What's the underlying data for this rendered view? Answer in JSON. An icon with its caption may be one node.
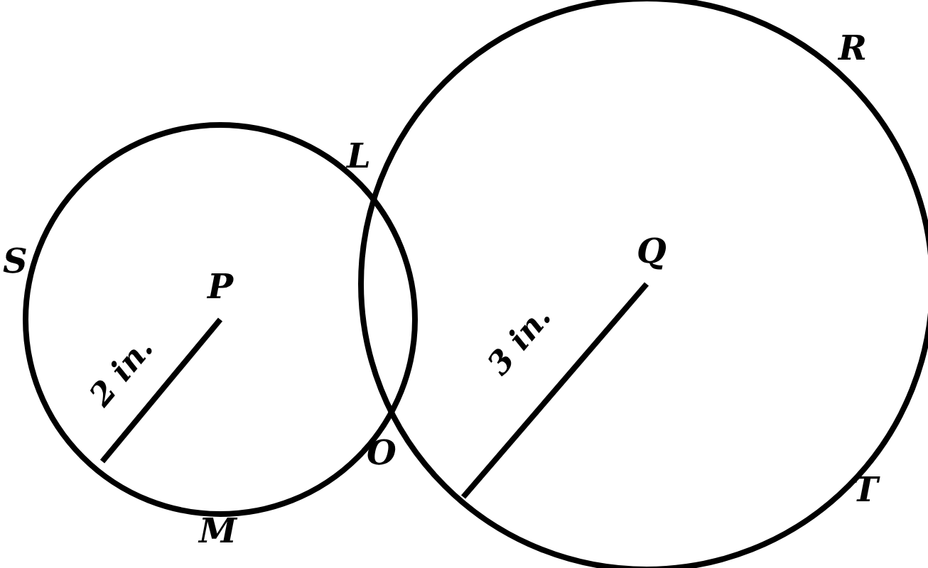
{
  "diagram": {
    "nodes": [
      {
        "text": [],
        "shape": "circle"
      },
      {
        "text": [],
        "shape": "circle"
      }
    ],
    "labels": [
      "R",
      "L",
      "S",
      "P",
      "Q",
      "2 in.",
      "3 in.",
      "O",
      "M",
      "T"
    ]
  }
}
